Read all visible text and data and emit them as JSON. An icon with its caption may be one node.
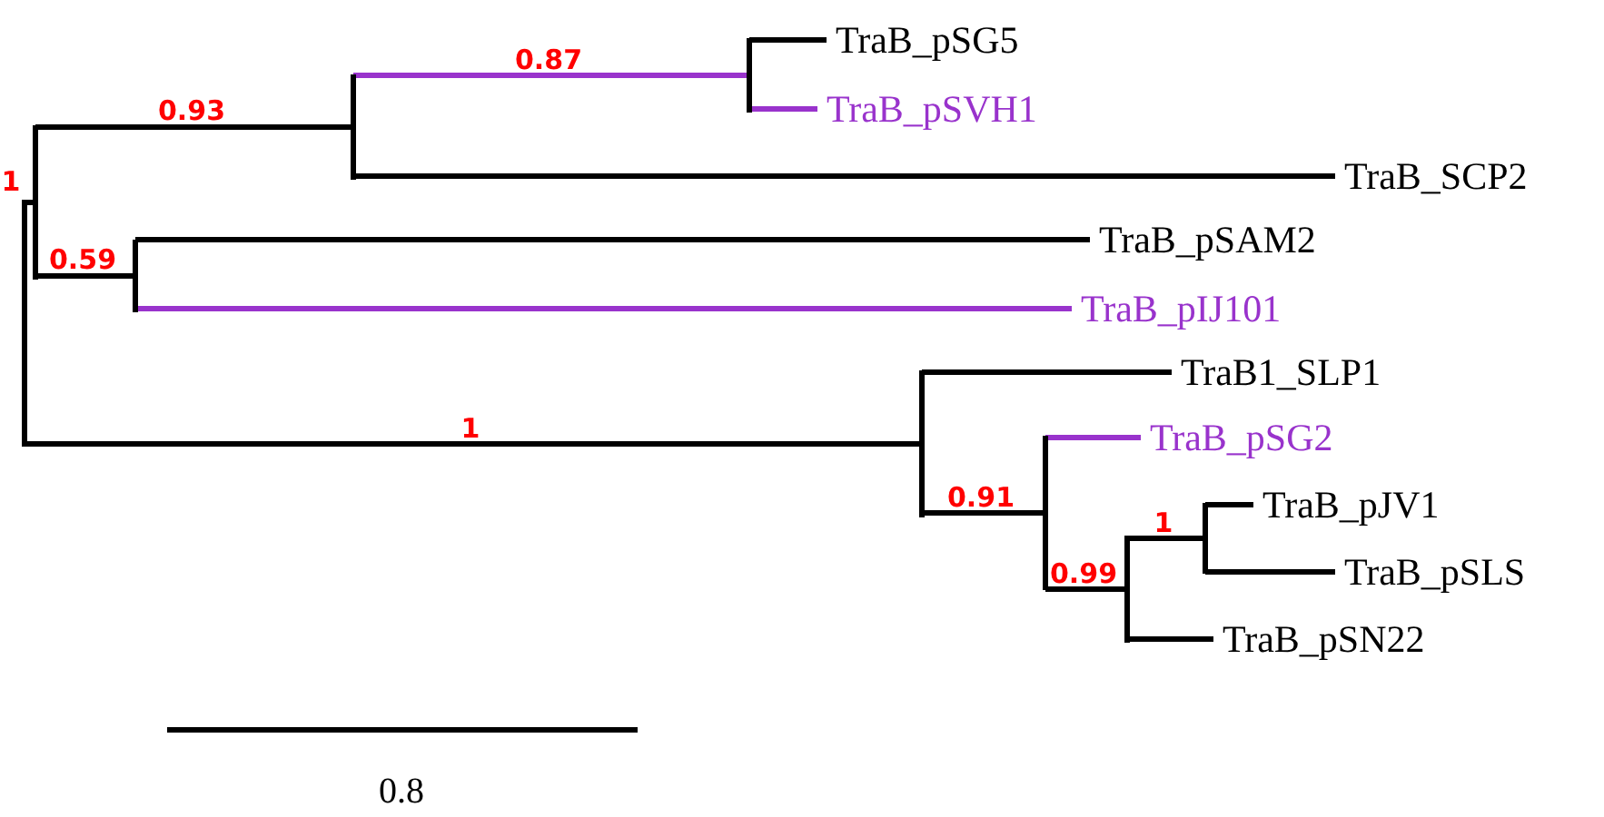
{
  "diagram": {
    "nodes": [
      {
        "text": [],
        "shape": "bar",
        "beside": [
          "1"
        ]
      },
      {
        "text": [],
        "shape": "bar"
      },
      {
        "text": [],
        "shape": "bar"
      },
      {
        "text": [],
        "shape": "bar"
      },
      {
        "text": [
          "TraB_pSG5"
        ]
      },
      {
        "text": [
          "TraB_pSVH1"
        ]
      },
      {
        "text": [
          "TraB_SCP2"
        ]
      },
      {
        "text": [],
        "shape": "bar"
      },
      {
        "text": [
          "TraB_pSAM2"
        ]
      },
      {
        "text": [
          "TraB_pIJ101"
        ]
      },
      {
        "text": [],
        "shape": "bar"
      },
      {
        "text": [
          "TraB1_SLP1"
        ]
      },
      {
        "text": [],
        "shape": "bar"
      },
      {
        "text": [
          "TraB_pSG2"
        ]
      },
      {
        "text": [],
        "shape": "bar"
      },
      {
        "text": [],
        "shape": "bar"
      },
      {
        "text": [
          "TraB_pJV1"
        ]
      },
      {
        "text": [
          "TraB_pSLS"
        ]
      },
      {
        "text": [
          "TraB_pSN22"
        ]
      }
    ],
    "edges": [
      {
        "from": 0,
        "to": 1,
        "arrow": "none"
      },
      {
        "from": 1,
        "to": 2,
        "arrow": "none",
        "label": "0.93"
      },
      {
        "from": 2,
        "to": 3,
        "arrow": "none",
        "label": "0.87",
        "color": "#9933cc"
      },
      {
        "from": 3,
        "to": 4,
        "arrow": "none"
      },
      {
        "from": 3,
        "to": 5,
        "arrow": "none",
        "color": "#9933cc"
      },
      {
        "from": 2,
        "to": 6,
        "arrow": "none"
      },
      {
        "from": 1,
        "to": 7,
        "arrow": "none",
        "label": "0.59"
      },
      {
        "from": 7,
        "to": 8,
        "arrow": "none"
      },
      {
        "from": 7,
        "to": 9,
        "arrow": "none",
        "color": "#9933cc"
      },
      {
        "from": 0,
        "to": 10,
        "arrow": "none",
        "label": "1"
      },
      {
        "from": 10,
        "to": 11,
        "arrow": "none"
      },
      {
        "from": 10,
        "to": 12,
        "arrow": "none",
        "label": "0.91"
      },
      {
        "from": 12,
        "to": 13,
        "arrow": "none",
        "color": "#9933cc"
      },
      {
        "from": 12,
        "to": 14,
        "arrow": "none",
        "label": "0.99"
      },
      {
        "from": 14,
        "to": 15,
        "arrow": "none",
        "label": "1"
      },
      {
        "from": 15,
        "to": 16,
        "arrow": "none"
      },
      {
        "from": 15,
        "to": 17,
        "arrow": "none"
      },
      {
        "from": 14,
        "to": 18,
        "arrow": "none"
      }
    ],
    "labels": [
      "0.8"
    ]
  }
}
